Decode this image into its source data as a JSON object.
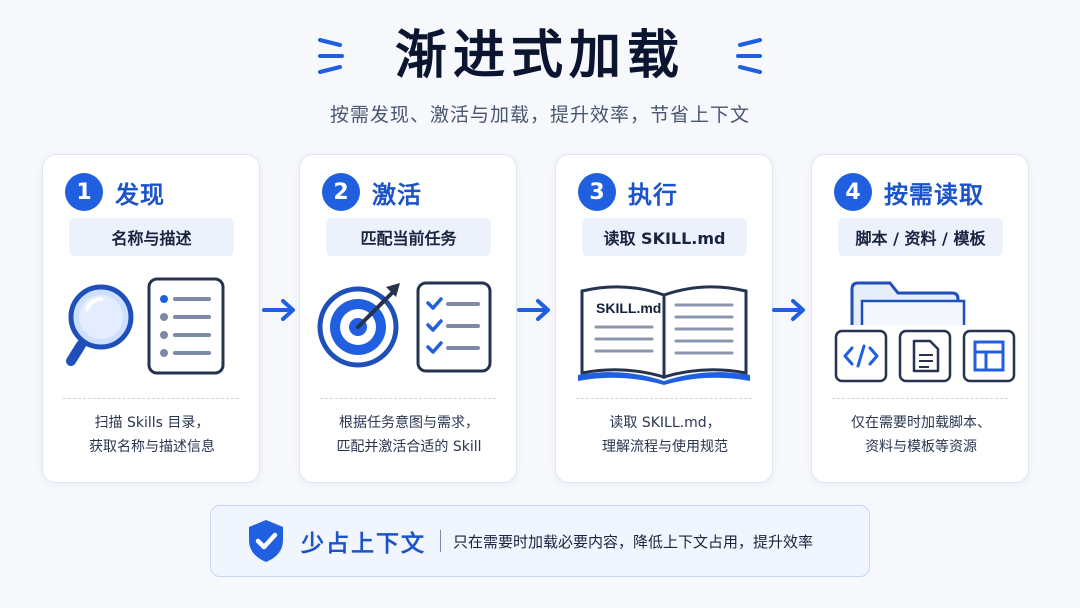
{
  "header": {
    "title": "渐进式加载",
    "subtitle": "按需发现、激活与加载，提升效率，节省上下文"
  },
  "colors": {
    "accent": "#1f5fe0",
    "title_blue": "#1b54c9",
    "background": "#f6f8fc"
  },
  "steps": [
    {
      "number": "1",
      "title": "发现",
      "pill": "名称与描述",
      "icons": [
        "magnifier-icon",
        "list-document-icon"
      ],
      "desc_line1": "扫描 Skills 目录，",
      "desc_line2": "获取名称与描述信息"
    },
    {
      "number": "2",
      "title": "激活",
      "pill": "匹配当前任务",
      "icons": [
        "target-icon",
        "checklist-icon"
      ],
      "desc_line1": "根据任务意图与需求，",
      "desc_line2": "匹配并激活合适的 Skill"
    },
    {
      "number": "3",
      "title": "执行",
      "pill": "读取 SKILL.md",
      "icons": [
        "open-book-icon"
      ],
      "book_label": "SKILL.md",
      "desc_line1": "读取 SKILL.md，",
      "desc_line2": "理解流程与使用规范"
    },
    {
      "number": "4",
      "title": "按需读取",
      "pill": "脚本 / 资料 / 模板",
      "icons": [
        "folder-icon",
        "code-file-icon",
        "document-icon",
        "table-icon"
      ],
      "desc_line1": "仅在需要时加载脚本、",
      "desc_line2": "资料与模板等资源"
    }
  ],
  "banner": {
    "icon": "shield-check-icon",
    "title": "少占上下文",
    "text": "只在需要时加载必要内容，降低上下文占用，提升效率"
  }
}
